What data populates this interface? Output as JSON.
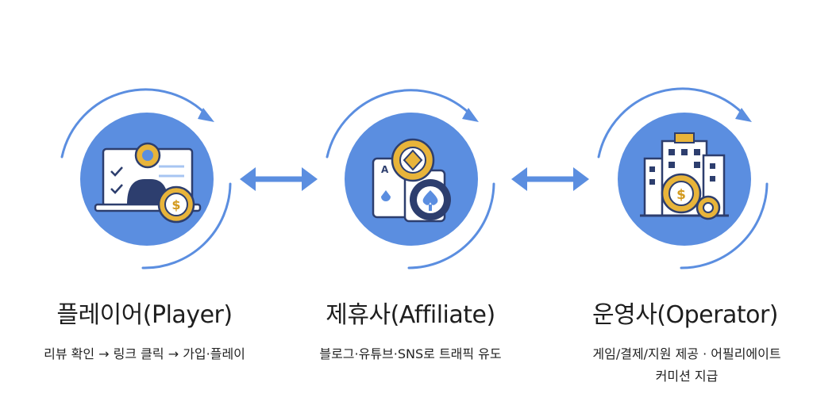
{
  "colors": {
    "primary": "#5b8ee0",
    "primary_light": "#a7c5f2",
    "gold": "#e8b43a",
    "gold_dark": "#d39a1e",
    "dark": "#2d3e6e",
    "white": "#ffffff"
  },
  "columns": [
    {
      "title": "플레이어(Player)",
      "description": "리뷰 확인 → 링크 클릭 → 가입·플레이",
      "icon": "player-laptop-coin-icon"
    },
    {
      "title": "제휴사(Affiliate)",
      "description": "블로그·유튜브·SNS로 트래픽 유도",
      "icon": "affiliate-cards-chips-icon"
    },
    {
      "title": "운영사(Operator)",
      "description_line1": "게임/결제/지원 제공 · 어필리에이트",
      "description_line2": "커미션 지급",
      "icon": "operator-building-coin-icon"
    }
  ],
  "connectors": [
    {
      "icon": "double-arrow-icon"
    },
    {
      "icon": "double-arrow-icon"
    }
  ]
}
